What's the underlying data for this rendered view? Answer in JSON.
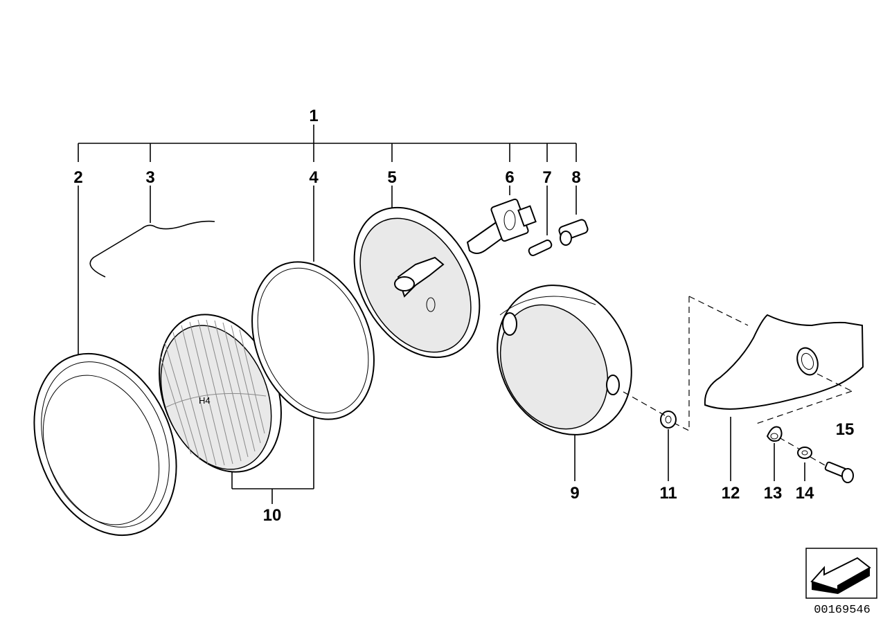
{
  "callouts": [
    {
      "id": "1",
      "label": "1"
    },
    {
      "id": "2",
      "label": "2"
    },
    {
      "id": "3",
      "label": "3"
    },
    {
      "id": "4",
      "label": "4"
    },
    {
      "id": "5",
      "label": "5"
    },
    {
      "id": "6",
      "label": "6"
    },
    {
      "id": "7",
      "label": "7"
    },
    {
      "id": "8",
      "label": "8"
    },
    {
      "id": "9",
      "label": "9"
    },
    {
      "id": "10",
      "label": "10"
    },
    {
      "id": "11",
      "label": "11"
    },
    {
      "id": "12",
      "label": "12"
    },
    {
      "id": "13",
      "label": "13"
    },
    {
      "id": "14",
      "label": "14"
    },
    {
      "id": "15",
      "label": "15"
    }
  ],
  "lens_marking": "H4",
  "diagram_number": "00169546",
  "orientation_icon": "direction-arrow-icon"
}
